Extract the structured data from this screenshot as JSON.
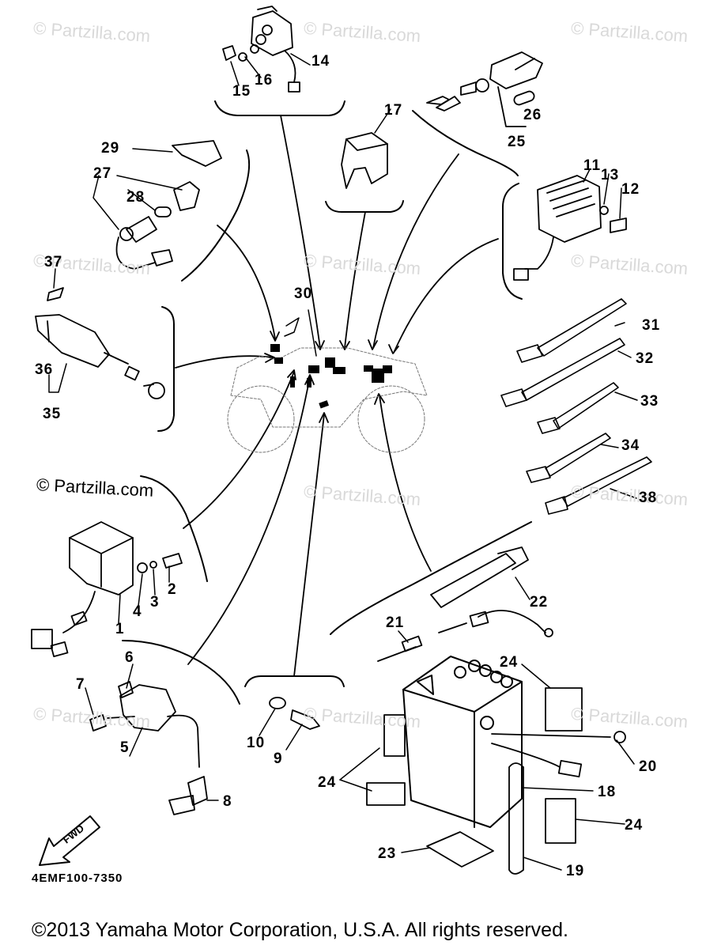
{
  "watermark": "© Partzilla.com",
  "watermark_dark": "© Partzilla.com",
  "part_code": "4EMF100-7350",
  "fwd_label": "FWD",
  "copyright": "©2013  Yamaha Motor Corporation, U.S.A. All rights reserved.",
  "callouts": {
    "c1": "1",
    "c2": "2",
    "c3": "3",
    "c4": "4",
    "c5": "5",
    "c6": "6",
    "c7": "7",
    "c8": "8",
    "c9": "9",
    "c10": "10",
    "c11": "11",
    "c12": "12",
    "c13": "13",
    "c14": "14",
    "c15": "15",
    "c16": "16",
    "c17": "17",
    "c18": "18",
    "c19": "19",
    "c20": "20",
    "c21": "21",
    "c22": "22",
    "c23": "23",
    "c24a": "24",
    "c24b": "24",
    "c24c": "24",
    "c25": "25",
    "c26": "26",
    "c27": "27",
    "c28": "28",
    "c29": "29",
    "c30": "30",
    "c31": "31",
    "c32": "32",
    "c33": "33",
    "c34": "34",
    "c35": "35",
    "c36": "36",
    "c37": "37",
    "c38": "38"
  }
}
